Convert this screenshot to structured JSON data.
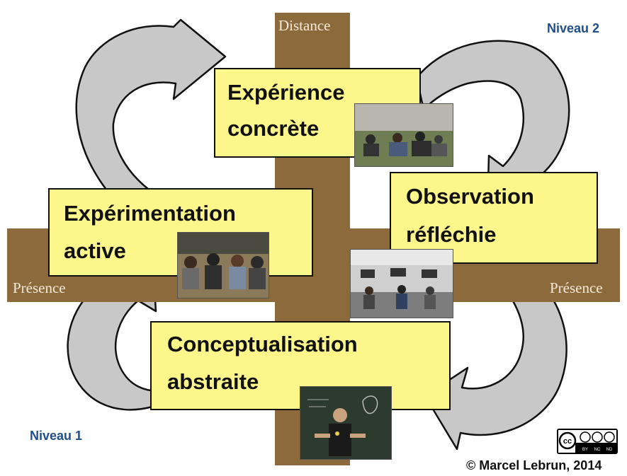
{
  "diagram": {
    "axis": {
      "top_label": "Distance",
      "left_label": "Présence",
      "right_label": "Présence"
    },
    "stages": {
      "experience": {
        "line1": "Expérience",
        "line2": "concrète",
        "photo": "students-outdoors-photo"
      },
      "observation": {
        "line1": "Observation",
        "line2": "réfléchie",
        "photo": "computer-classroom-photo"
      },
      "conceptualisation": {
        "line1": "Conceptualisation",
        "line2": "abstraite",
        "photo": "lecturer-blackboard-photo"
      },
      "experimentation": {
        "line1": "Expérimentation",
        "line2": "active",
        "photo": "lecture-hall-audience-photo"
      }
    },
    "levels": {
      "level2": "Niveau 2",
      "level1": "Niveau 1"
    },
    "license": {
      "icon": "creative-commons-by-nc-nd-badge",
      "copyright": "© Marcel Lebrun, 2014"
    },
    "colors": {
      "box_fill": "#fdf68a",
      "axis_fill": "#8c6a3c",
      "arrow_fill": "#c8c8c8",
      "level_text": "#1f4e8c"
    }
  }
}
